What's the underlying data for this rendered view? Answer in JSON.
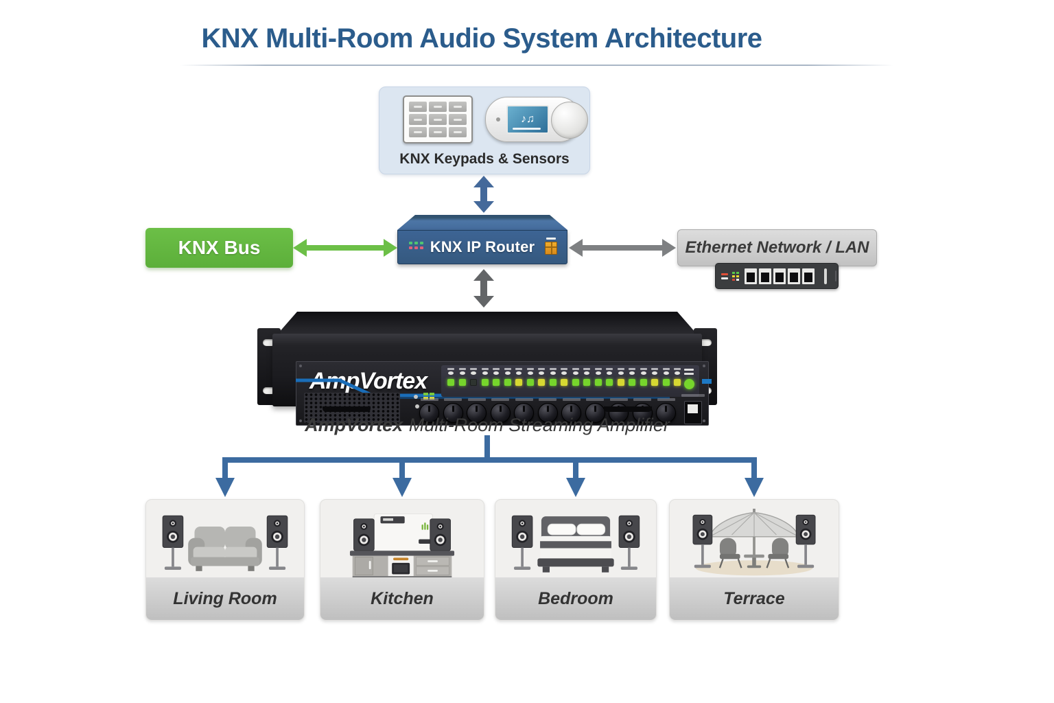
{
  "title": "KNX Multi-Room Audio System Architecture",
  "colors": {
    "title_blue": "#2b5c8c",
    "keypad_box_bg": "#dce6f1",
    "router_blue": "#3d6494",
    "knx_green": "#6cbf47",
    "ethernet_gray": "#cfcfcf",
    "arrow_blue": "#44699a",
    "arrow_gray": "#7e8082",
    "distribution_blue": "#3c6ba0",
    "led_green": "#76d52c",
    "led_yellow": "#d6d832",
    "stripe_blue": "#1a6db8",
    "amp_body": "#1b1b1f"
  },
  "keypads": {
    "label": "KNX Keypads & Sensors",
    "keypad": {
      "rows": 3,
      "cols": 3
    },
    "sensor_screen_glyph": "♪♫"
  },
  "router": {
    "label": "KNX IP Router"
  },
  "knx_bus": {
    "label": "KNX Bus"
  },
  "ethernet": {
    "label": "Ethernet Network / LAN",
    "switch_ports": 5
  },
  "amplifier": {
    "brand": "AmpVortex",
    "caption_brand": "AmpVortex",
    "caption_text": "Multi-Room Streaming Amplifier",
    "knob_count": 11,
    "meter_leds": [
      "g",
      "g",
      "off",
      "g",
      "g",
      "g",
      "y",
      "g",
      "y",
      "g",
      "y",
      "g",
      "g",
      "g",
      "g",
      "y",
      "g",
      "g",
      "y",
      "g",
      "y"
    ]
  },
  "rooms": [
    {
      "label": "Living Room"
    },
    {
      "label": "Kitchen"
    },
    {
      "label": "Bedroom"
    },
    {
      "label": "Terrace"
    }
  ]
}
